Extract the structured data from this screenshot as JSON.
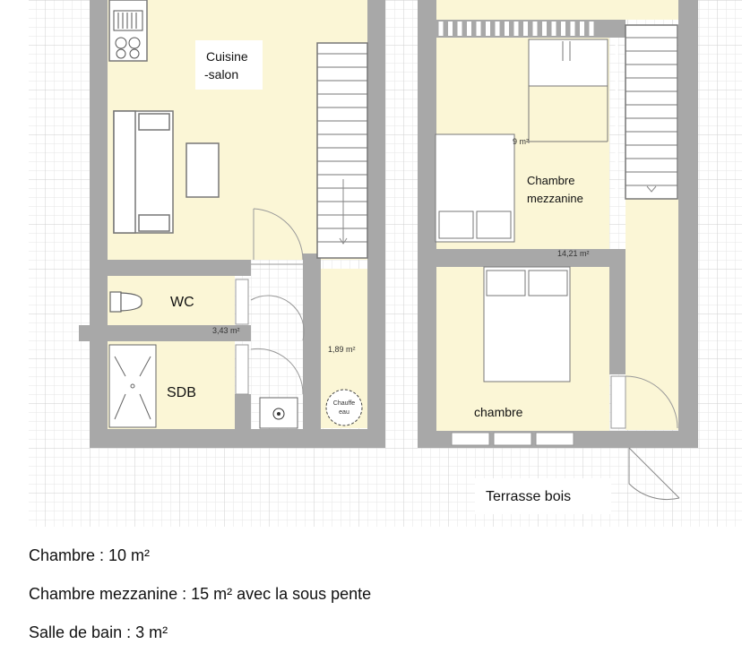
{
  "rooms": {
    "cuisine_line1": "Cuisine",
    "cuisine_line2": "-salon",
    "wc": "WC",
    "sdb": "SDB",
    "chambre": "chambre",
    "mezz_line1": "Chambre",
    "mezz_line2": "mezzanine",
    "terrasse": "Terrasse bois"
  },
  "areas": {
    "wc_area": "3,43 m²",
    "closet_area": "1,89 m²",
    "mezz_area": "14,21 m²",
    "mezz_area_partial": "9 m²"
  },
  "fixtures": {
    "chauffe_line1": "Chauffe",
    "chauffe_line2": "eau"
  },
  "legend": {
    "line1": "Chambre : 10 m²",
    "line2": "Chambre mezzanine : 15 m² avec la sous pente",
    "line3": "Salle de bain : 3 m²"
  }
}
